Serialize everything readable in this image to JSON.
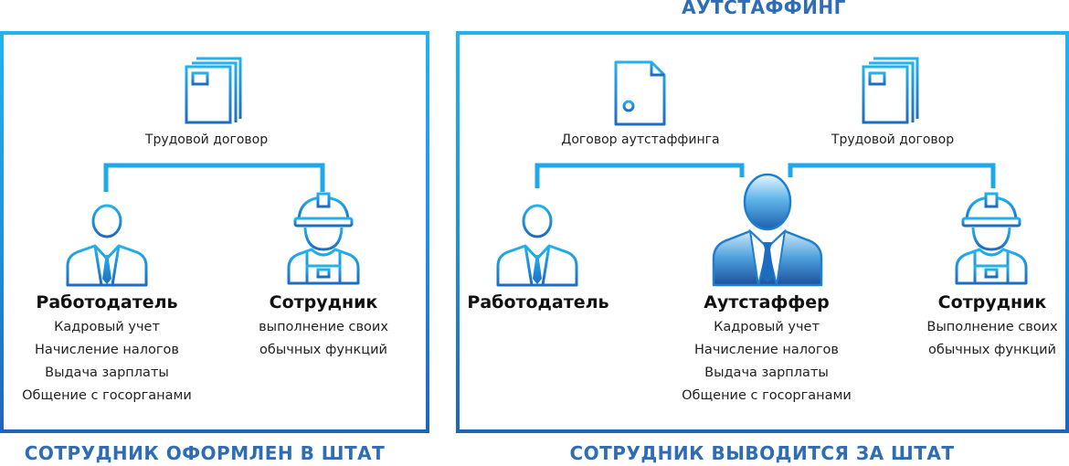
{
  "top_title": "АУТСТАФФИНГ",
  "left_panel": {
    "contract_label": "Трудовой договор",
    "employer": {
      "title": "Работодатель",
      "duties": [
        "Кадровый учет",
        "Начисление налогов",
        "Выдача зарплаты",
        "Общение с госорганами"
      ]
    },
    "employee": {
      "title": "Сотрудник",
      "duties": [
        "выполнение своих",
        "обычных функций"
      ]
    },
    "bottom_caption": "СОТРУДНИК ОФОРМЛЕН В ШТАТ"
  },
  "right_panel": {
    "contract_outstaffing_label": "Договор аутстаффинга",
    "contract_labor_label": "Трудовой договор",
    "employer": {
      "title": "Работодатель"
    },
    "outstaffer": {
      "title": "Аутстаффер",
      "duties": [
        "Кадровый учет",
        "Начисление налогов",
        "Выдача зарплаты",
        "Общение с госорганами"
      ]
    },
    "employee": {
      "title": "Сотрудник",
      "duties": [
        "Выполнение своих",
        "обычных функций"
      ]
    },
    "bottom_caption": "СОТРУДНИК ВЫВОДИТСЯ ЗА ШТАТ"
  },
  "colors": {
    "accent": "#1f9ce0",
    "heading": "#2e6db5",
    "icon_stroke": "#1e8fd8"
  },
  "icons": [
    "documents-icon",
    "contract-document-icon",
    "businessman-icon",
    "worker-helmet-icon",
    "manager-icon"
  ]
}
